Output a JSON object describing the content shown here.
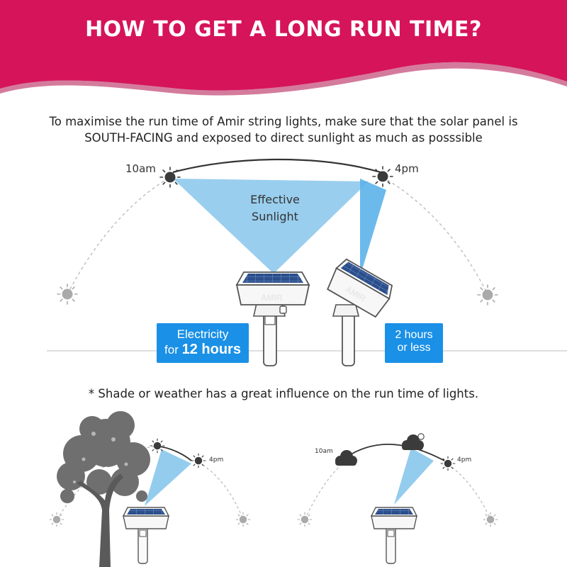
{
  "banner": {
    "title": "HOW TO GET A LONG RUN TIME?",
    "color": "#d6145a"
  },
  "intro": {
    "line1": "To maximise the run time of Amir string lights, make sure that the solar panel is",
    "line2": "SOUTH-FACING and exposed to direct sunlight as much as posssible"
  },
  "main_diagram": {
    "time_start": "10am",
    "time_end": "4pm",
    "effective_line1": "Effective",
    "effective_line2": "Sunlight",
    "brand": "AMIR",
    "beam_color": "#8ec9ec",
    "callout_left": {
      "line1": "Electricity",
      "line2_prefix": "for ",
      "line2_bold": "12 hours"
    },
    "callout_right": {
      "line1": "2 hours",
      "line2": "or less"
    },
    "callout_color": "#1a90e6"
  },
  "note": "* Shade or weather has a great influence on the run time of lights.",
  "shade_diagram": {
    "time_end": "4pm",
    "obstacle": "tree-icon"
  },
  "weather_diagram": {
    "time_start": "10am",
    "time_end": "4pm",
    "obstacle": "cloud-icon"
  }
}
